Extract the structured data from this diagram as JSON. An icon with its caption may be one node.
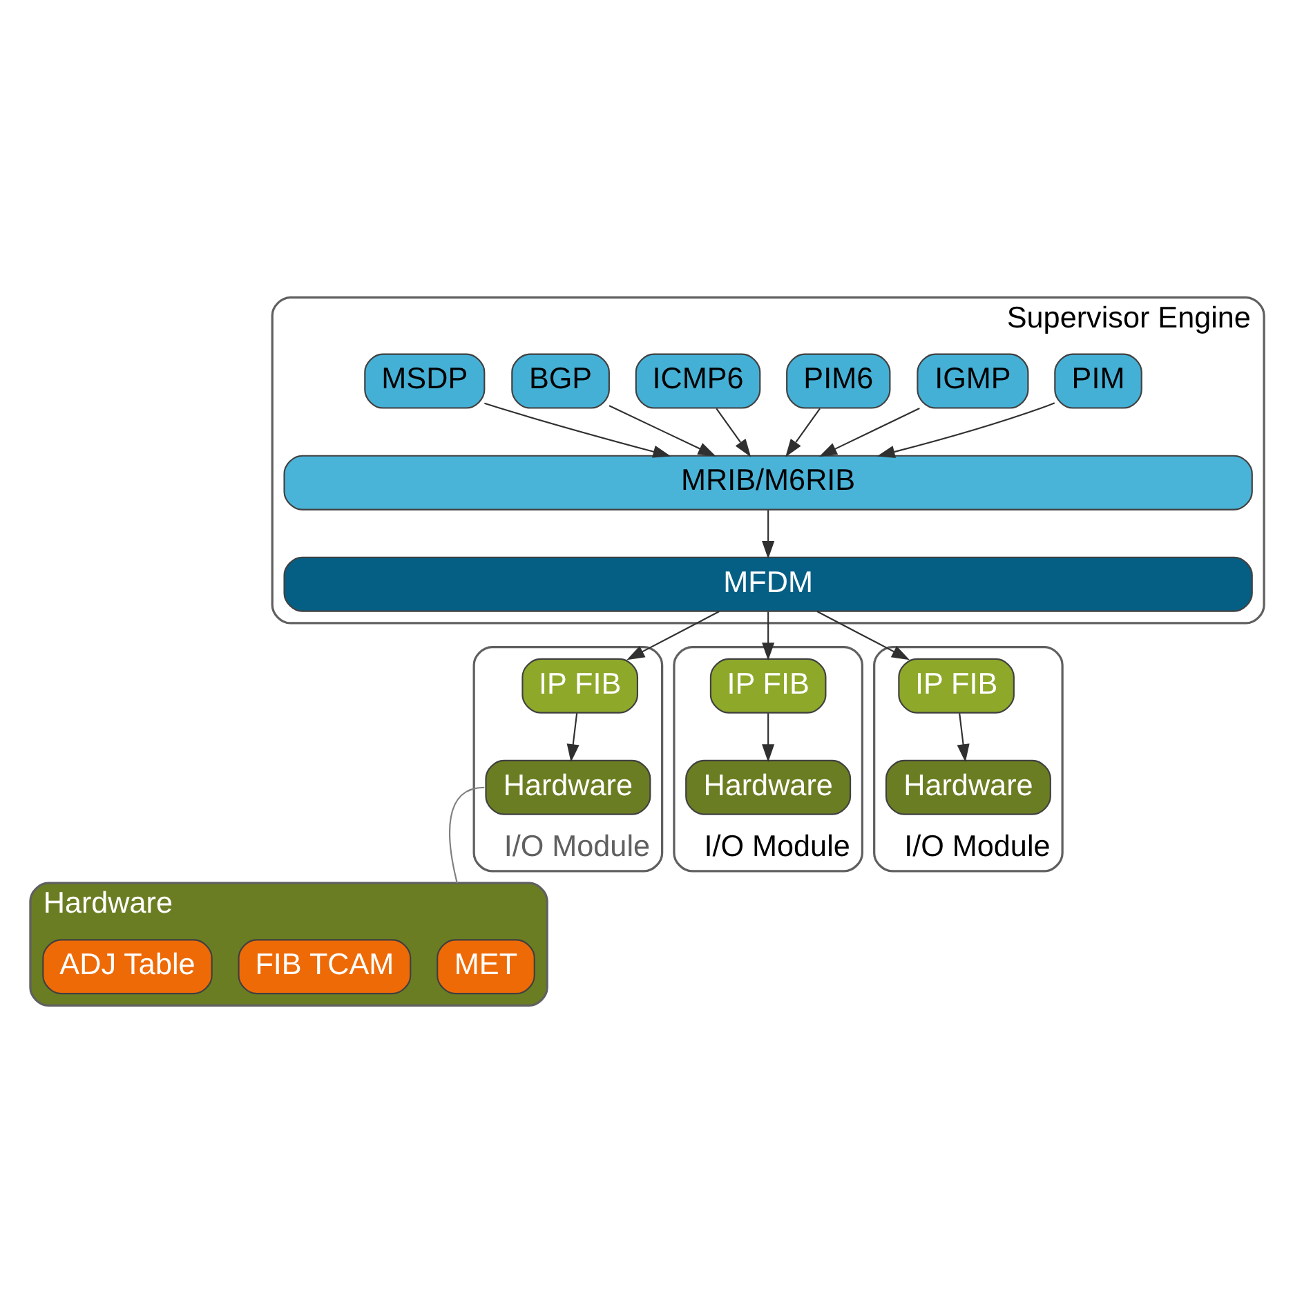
{
  "diagram": {
    "nodes": [
      {
        "text": [
          "Supervisor Engine"
        ]
      },
      {
        "text": [
          "PIM"
        ],
        "in": 0
      },
      {
        "text": [
          "IGMP"
        ],
        "in": 0
      },
      {
        "text": [
          "PIM6"
        ],
        "in": 0
      },
      {
        "text": [
          "ICMP6"
        ],
        "in": 0
      },
      {
        "text": [
          "BGP"
        ],
        "in": 0
      },
      {
        "text": [
          "MSDP"
        ],
        "in": 0
      },
      {
        "text": [
          "MRIB/M6RIB"
        ],
        "in": 0
      },
      {
        "text": [
          "MFDM"
        ],
        "in": 0
      },
      {
        "text": [
          "I/O Module"
        ]
      },
      {
        "text": [
          "IP FIB"
        ],
        "in": 9
      },
      {
        "text": [
          "Hardware"
        ],
        "in": 9
      },
      {
        "text": [
          "I/O Module"
        ]
      },
      {
        "text": [
          "IP FIB"
        ],
        "in": 12
      },
      {
        "text": [
          "Hardware"
        ],
        "in": 12
      },
      {
        "text": [
          "I/O Module"
        ]
      },
      {
        "text": [
          "IP FIB"
        ],
        "in": 15
      },
      {
        "text": [
          "Hardware"
        ],
        "in": 15
      },
      {
        "text": [
          "Hardware"
        ]
      },
      {
        "text": [
          "MET"
        ],
        "in": 18
      },
      {
        "text": [
          "FIB TCAM"
        ],
        "in": 18
      },
      {
        "text": [
          "ADJ Table"
        ],
        "in": 18
      }
    ],
    "edges": [
      {
        "from": 1,
        "to": 7,
        "arrow": "to"
      },
      {
        "from": 2,
        "to": 7,
        "arrow": "to"
      },
      {
        "from": 3,
        "to": 7,
        "arrow": "to"
      },
      {
        "from": 4,
        "to": 7,
        "arrow": "to"
      },
      {
        "from": 5,
        "to": 7,
        "arrow": "to"
      },
      {
        "from": 6,
        "to": 7,
        "arrow": "to"
      },
      {
        "from": 7,
        "to": 8,
        "arrow": "to"
      },
      {
        "from": 8,
        "to": 10,
        "arrow": "to"
      },
      {
        "from": 8,
        "to": 13,
        "arrow": "to"
      },
      {
        "from": 8,
        "to": 16,
        "arrow": "to"
      },
      {
        "from": 10,
        "to": 11,
        "arrow": "to"
      },
      {
        "from": 13,
        "to": 14,
        "arrow": "to"
      },
      {
        "from": 16,
        "to": 17,
        "arrow": "to"
      },
      {
        "from": 11,
        "to": 18,
        "arrow": "none",
        "color": "#808080"
      }
    ]
  }
}
